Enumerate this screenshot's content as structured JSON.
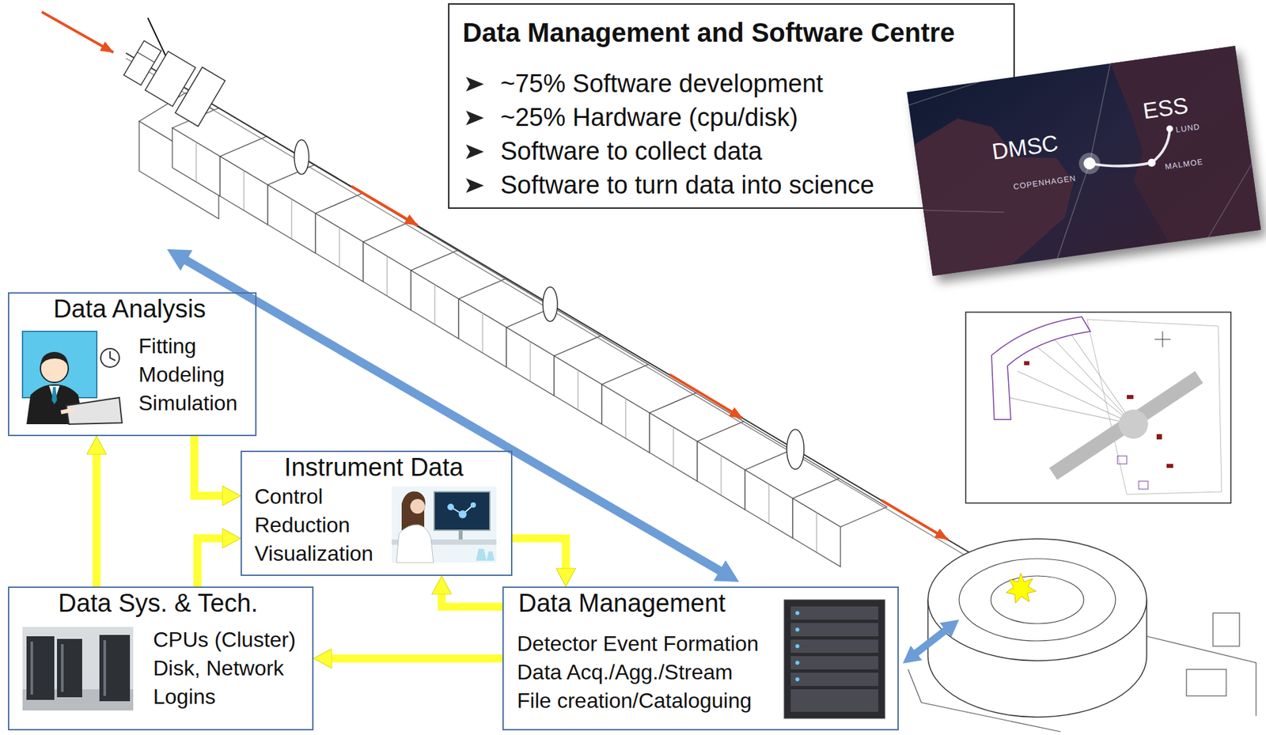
{
  "diagram": {
    "nodes": [
      {
        "text": [
          "Data Management and Software Centre",
          "~75% Software development",
          "~25% Hardware (cpu/disk)",
          "Software to collect data",
          "Software to turn data into science"
        ]
      },
      {
        "text": [
          "Data Analysis",
          "Fitting Modeling Simulation"
        ]
      },
      {
        "text": [
          "Instrument Data",
          "Control Reduction Visualization"
        ]
      },
      {
        "text": [
          "Data Sys. & Tech.",
          "CPUs (Cluster) Disk, Network Logins"
        ]
      },
      {
        "text": [
          "Data Management",
          "Detector Event Formation Data Acq./Agg./Stream File creation/Cataloguing"
        ]
      }
    ],
    "edges": [
      {
        "from": 1,
        "to": 2,
        "arrow": "to"
      },
      {
        "from": 3,
        "to": 1,
        "arrow": "to"
      },
      {
        "from": 3,
        "to": 2,
        "arrow": "to"
      },
      {
        "from": 2,
        "to": 4,
        "arrow": "to"
      },
      {
        "from": 4,
        "to": 2,
        "arrow": "to"
      },
      {
        "from": 4,
        "to": 3,
        "arrow": "to"
      }
    ],
    "labels": [
      "DMSC",
      "ESS",
      "LUND",
      "COPENHAGEN",
      "MALMOE"
    ]
  }
}
